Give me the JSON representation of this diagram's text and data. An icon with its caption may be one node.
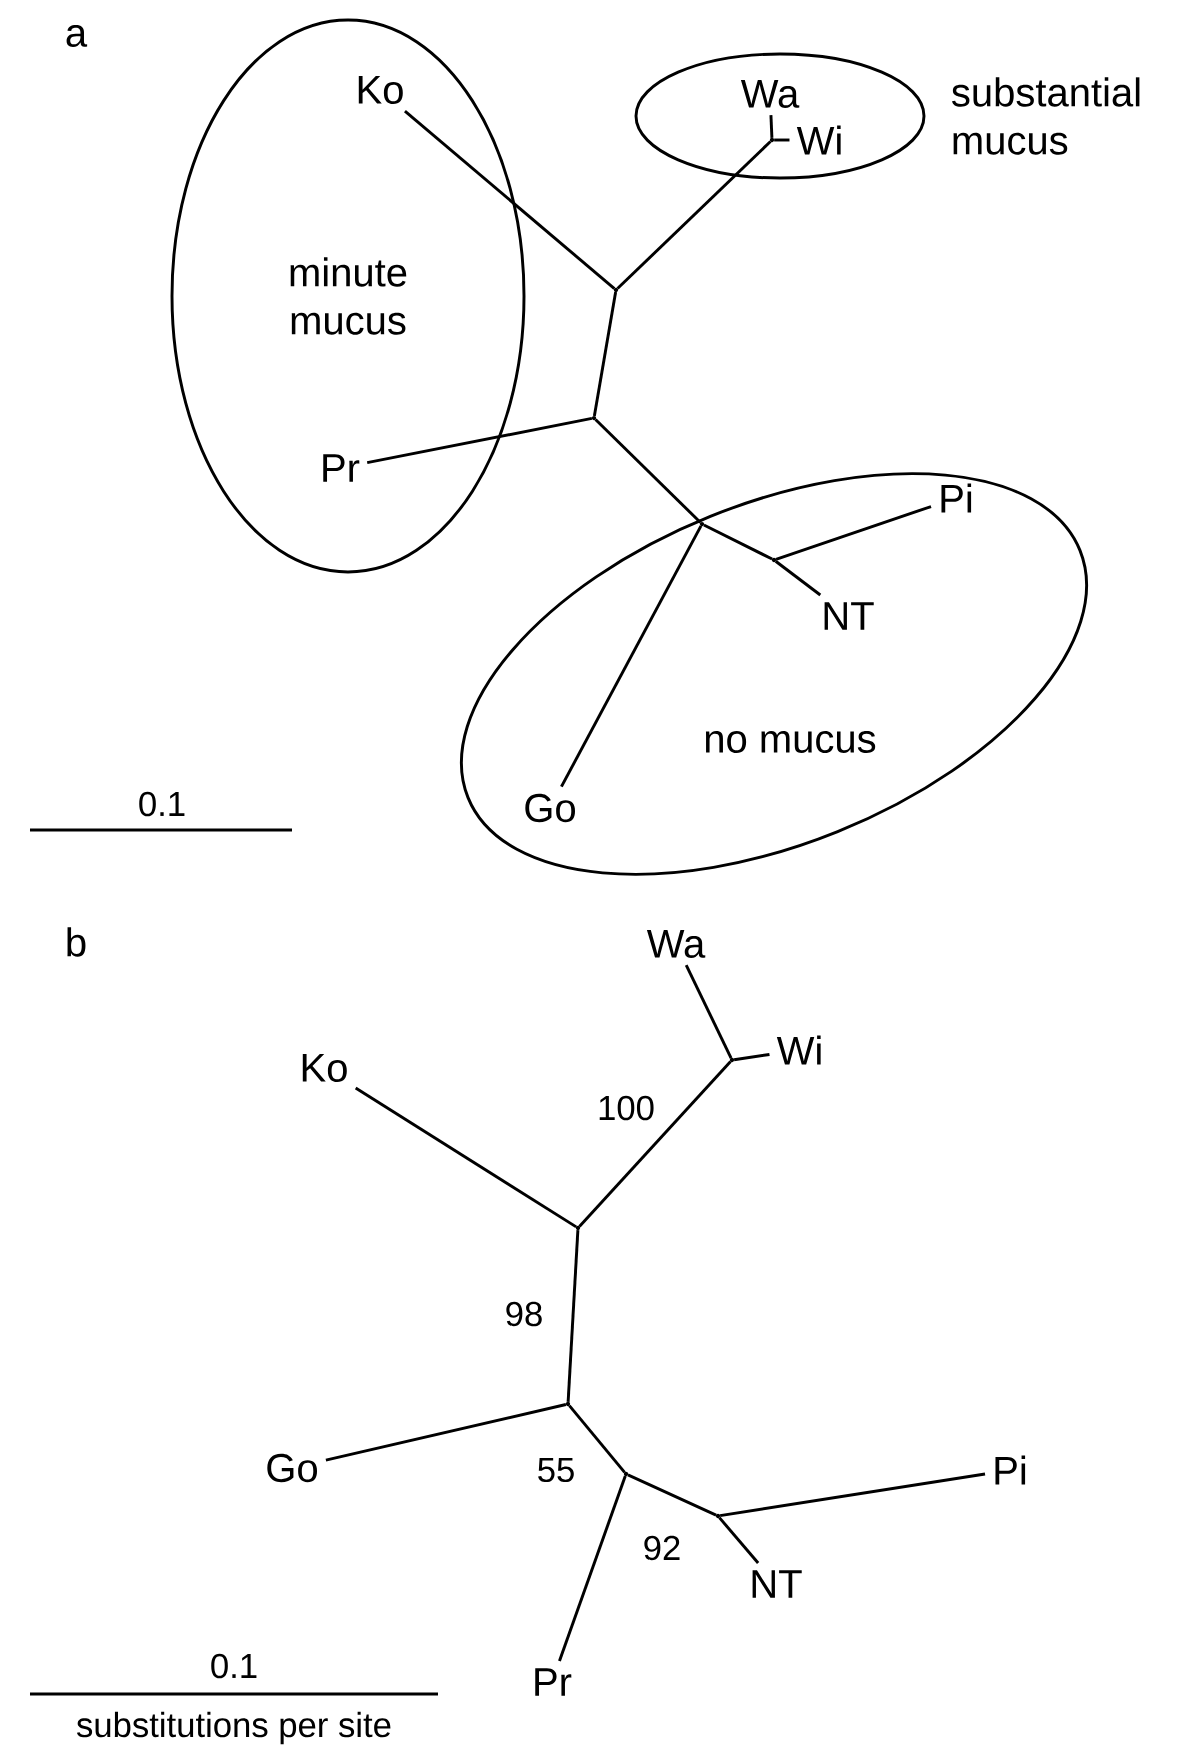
{
  "diagram": {
    "nodes": [
      {
        "text": [
          "minute mucus"
        ]
      },
      {
        "text": [
          "Ko"
        ],
        "in": 0
      },
      {
        "text": [
          "Pr"
        ],
        "in": 0
      },
      {
        "text": [
          "substantial mucus"
        ]
      },
      {
        "text": [
          "Wa"
        ],
        "in": 3
      },
      {
        "text": [
          "Wi"
        ],
        "in": 3
      },
      {
        "text": [],
        "shape": "point",
        "in": 3
      },
      {
        "text": [],
        "shape": "point"
      },
      {
        "text": [],
        "shape": "point"
      },
      {
        "text": [
          "no mucus"
        ]
      },
      {
        "text": [],
        "shape": "point",
        "in": 9
      },
      {
        "text": [
          "Pi"
        ],
        "in": 9
      },
      {
        "text": [
          "NT"
        ],
        "in": 9
      },
      {
        "text": [],
        "shape": "point",
        "in": 9
      },
      {
        "text": [
          "Go"
        ],
        "in": 9
      },
      {
        "text": [
          "Wa"
        ]
      },
      {
        "text": [
          "Wi"
        ]
      },
      {
        "text": [],
        "shape": "point"
      },
      {
        "text": [
          "Ko"
        ]
      },
      {
        "text": [],
        "shape": "point"
      },
      {
        "text": [],
        "shape": "point"
      },
      {
        "text": [
          "Go"
        ]
      },
      {
        "text": [],
        "shape": "point"
      },
      {
        "text": [],
        "shape": "point"
      },
      {
        "text": [
          "Pi"
        ]
      },
      {
        "text": [
          "NT"
        ]
      },
      {
        "text": [
          "Pr"
        ]
      }
    ],
    "edges": [
      {
        "from": 1,
        "to": 7,
        "arrow": "none"
      },
      {
        "from": 4,
        "to": 6,
        "arrow": "none"
      },
      {
        "from": 5,
        "to": 6,
        "arrow": "none"
      },
      {
        "from": 6,
        "to": 7,
        "arrow": "none"
      },
      {
        "from": 7,
        "to": 8,
        "arrow": "none"
      },
      {
        "from": 2,
        "to": 8,
        "arrow": "none"
      },
      {
        "from": 8,
        "to": 10,
        "arrow": "none"
      },
      {
        "from": 14,
        "to": 10,
        "arrow": "none"
      },
      {
        "from": 10,
        "to": 13,
        "arrow": "none"
      },
      {
        "from": 11,
        "to": 13,
        "arrow": "none"
      },
      {
        "from": 12,
        "to": 13,
        "arrow": "none"
      },
      {
        "from": 15,
        "to": 17,
        "arrow": "none"
      },
      {
        "from": 16,
        "to": 17,
        "arrow": "none"
      },
      {
        "from": 17,
        "to": 19,
        "arrow": "none",
        "label": "100"
      },
      {
        "from": 18,
        "to": 19,
        "arrow": "none"
      },
      {
        "from": 19,
        "to": 20,
        "arrow": "none",
        "label": "98"
      },
      {
        "from": 21,
        "to": 20,
        "arrow": "none"
      },
      {
        "from": 20,
        "to": 22,
        "arrow": "none",
        "label": "55"
      },
      {
        "from": 22,
        "to": 23,
        "arrow": "none",
        "label": "92"
      },
      {
        "from": 24,
        "to": 23,
        "arrow": "none"
      },
      {
        "from": 25,
        "to": 23,
        "arrow": "none"
      },
      {
        "from": 26,
        "to": 22,
        "arrow": "none"
      }
    ],
    "labels": [
      "a",
      "0.1",
      "b",
      "0.1",
      "substitutions per site"
    ]
  }
}
